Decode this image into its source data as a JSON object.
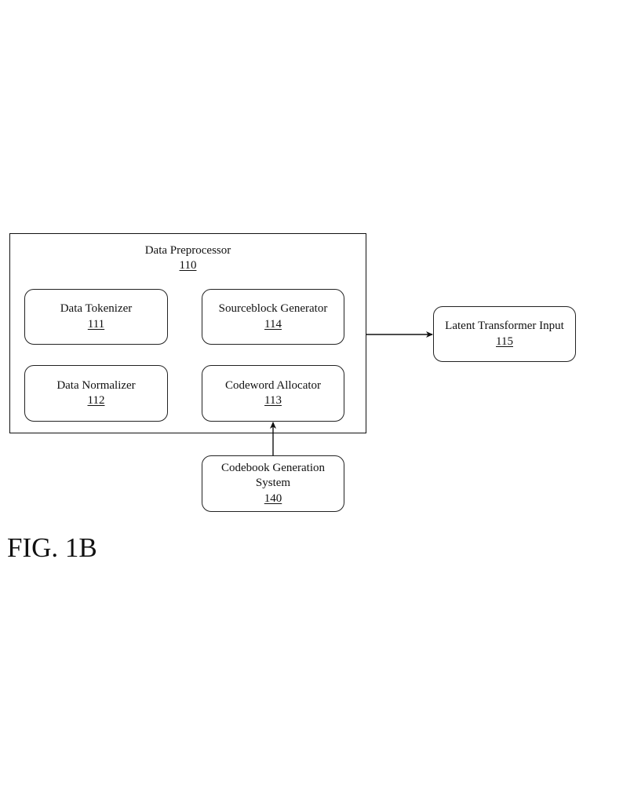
{
  "figure_label": "FIG. 1B",
  "preprocessor": {
    "title": "Data Preprocessor",
    "ref": "110"
  },
  "components": {
    "tokenizer": {
      "title": "Data Tokenizer",
      "ref": "111"
    },
    "normalizer": {
      "title": "Data Normalizer",
      "ref": "112"
    },
    "codeword_allocator": {
      "title": "Codeword Allocator",
      "ref": "113"
    },
    "sourceblock_generator": {
      "title": "Sourceblock Generator",
      "ref": "114"
    }
  },
  "latent_input": {
    "title": "Latent Transformer Input",
    "ref": "115"
  },
  "codebook": {
    "title_line1": "Codebook Generation",
    "title_line2": "System",
    "ref": "140"
  },
  "connections": [
    {
      "from": "preprocessor",
      "to": "latent_input"
    },
    {
      "from": "codebook",
      "to": "codeword_allocator"
    }
  ]
}
